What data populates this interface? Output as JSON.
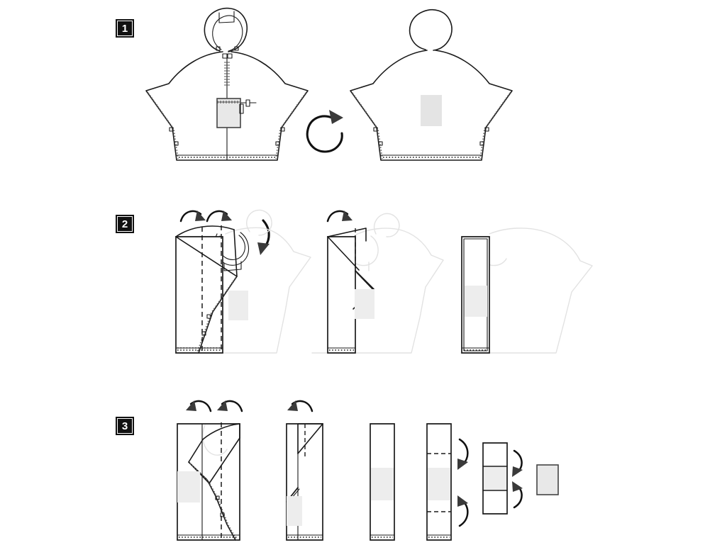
{
  "document": {
    "title": "Poncho Folding Instructions",
    "type": "instructional-diagram",
    "background_color": "#ffffff",
    "line_color": "#1a1a1a",
    "ghost_color": "#e2e2e2",
    "swatch_color": "#e4e4e4",
    "badge_background": "#111111",
    "badge_text_color": "#ffffff"
  },
  "steps": [
    {
      "id": "step-1",
      "number": "1",
      "caption": "",
      "panels": [
        {
          "id": "step1-front-view",
          "label": "",
          "description": "poncho front with hood, zipper and chest pocket"
        },
        {
          "id": "step1-back-view",
          "label": "",
          "description": "poncho back with hood, flipped over"
        }
      ],
      "arrows": [
        {
          "id": "step1-rotate-arrow",
          "kind": "rotate-loop",
          "direction": "counterclockwise"
        }
      ]
    },
    {
      "id": "step-2",
      "number": "2",
      "caption": "",
      "panels": [
        {
          "id": "step2-fold-a",
          "label": "",
          "description": "left side folded inward with dashed fold lines"
        },
        {
          "id": "step2-fold-b",
          "label": "",
          "description": "second inward fold, narrow panel"
        },
        {
          "id": "step2-fold-c",
          "label": "",
          "description": "resulting narrow vertical strip"
        }
      ],
      "arrows": [
        {
          "id": "step2-arrow-1",
          "kind": "curved",
          "direction": "right"
        },
        {
          "id": "step2-arrow-2",
          "kind": "curved",
          "direction": "right"
        },
        {
          "id": "step2-arrow-3",
          "kind": "curved-large",
          "direction": "down-left"
        },
        {
          "id": "step2-arrow-4",
          "kind": "curved",
          "direction": "right"
        }
      ]
    },
    {
      "id": "step-3",
      "number": "3",
      "caption": "",
      "panels": [
        {
          "id": "step3-fold-a",
          "label": "",
          "description": "right side folded inward with dashed fold lines"
        },
        {
          "id": "step3-fold-b",
          "label": "",
          "description": "second inward fold"
        },
        {
          "id": "step3-strip",
          "label": "",
          "description": "narrow folded strip"
        },
        {
          "id": "step3-strip-marked",
          "label": "",
          "description": "strip with two dashed cross fold lines"
        },
        {
          "id": "step3-thirds",
          "label": "",
          "description": "strip folded into thirds"
        },
        {
          "id": "step3-final-packet",
          "label": "",
          "description": "final folded packet"
        }
      ],
      "arrows": [
        {
          "id": "step3-arrow-1",
          "kind": "curved",
          "direction": "left"
        },
        {
          "id": "step3-arrow-2",
          "kind": "curved",
          "direction": "left"
        },
        {
          "id": "step3-arrow-3",
          "kind": "curved",
          "direction": "left"
        },
        {
          "id": "step3-arrow-top-fold",
          "kind": "curved",
          "direction": "down"
        },
        {
          "id": "step3-arrow-bottom-fold",
          "kind": "curved",
          "direction": "up"
        },
        {
          "id": "step3-arrow-thirds-top",
          "kind": "curved",
          "direction": "down"
        },
        {
          "id": "step3-arrow-thirds-bottom",
          "kind": "curved",
          "direction": "up"
        }
      ]
    }
  ]
}
